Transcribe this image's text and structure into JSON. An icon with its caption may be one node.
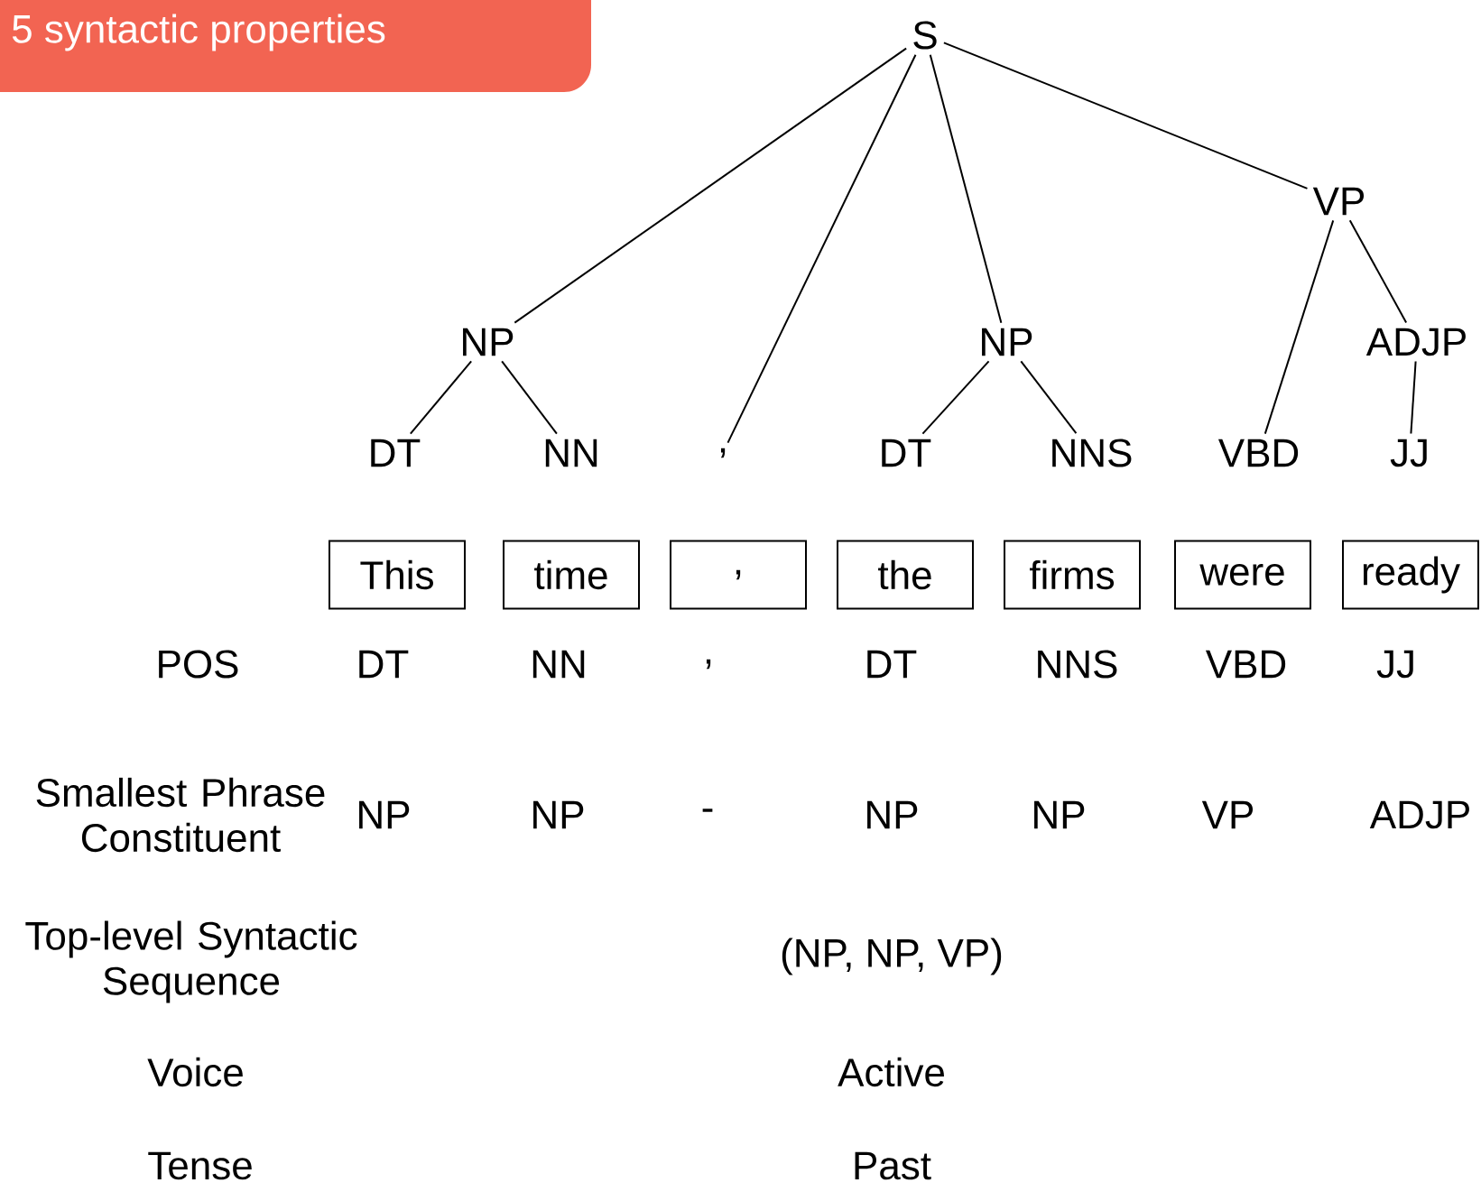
{
  "diagram": {
    "title": "5 syntactic properties",
    "nodes": [
      {
        "text": [
          "S"
        ]
      },
      {
        "text": [
          "VP"
        ]
      },
      {
        "text": [
          "NP"
        ]
      },
      {
        "text": [
          "NP"
        ]
      },
      {
        "text": [
          "ADJP"
        ]
      },
      {
        "text": [
          "DT"
        ]
      },
      {
        "text": [
          "NN"
        ]
      },
      {
        "text": [
          ","
        ]
      },
      {
        "text": [
          "DT"
        ]
      },
      {
        "text": [
          "NNS"
        ]
      },
      {
        "text": [
          "VBD"
        ]
      },
      {
        "text": [
          "JJ"
        ]
      },
      {
        "text": [
          "This"
        ]
      },
      {
        "text": [
          "time"
        ]
      },
      {
        "text": [
          ","
        ]
      },
      {
        "text": [
          "the"
        ]
      },
      {
        "text": [
          "firms"
        ]
      },
      {
        "text": [
          "were"
        ]
      },
      {
        "text": [
          "ready"
        ]
      }
    ],
    "edges": [
      {
        "from": 0,
        "to": 2,
        "arrow": "none"
      },
      {
        "from": 0,
        "to": 7,
        "arrow": "none"
      },
      {
        "from": 0,
        "to": 3,
        "arrow": "none"
      },
      {
        "from": 0,
        "to": 1,
        "arrow": "none"
      },
      {
        "from": 2,
        "to": 5,
        "arrow": "none"
      },
      {
        "from": 2,
        "to": 6,
        "arrow": "none"
      },
      {
        "from": 3,
        "to": 8,
        "arrow": "none"
      },
      {
        "from": 3,
        "to": 9,
        "arrow": "none"
      },
      {
        "from": 1,
        "to": 10,
        "arrow": "none"
      },
      {
        "from": 1,
        "to": 4,
        "arrow": "none"
      },
      {
        "from": 4,
        "to": 11,
        "arrow": "none"
      }
    ],
    "labels": [
      "POS",
      "DT",
      "NN",
      ",",
      "DT",
      "NNS",
      "VBD",
      "JJ",
      "Smallest Phrase Constituent",
      "NP",
      "NP",
      "-",
      "NP",
      "NP",
      "VP",
      "ADJP",
      "Top-level Syntactic Sequence",
      "(NP, NP, VP)",
      "Voice",
      "Active",
      "Tense",
      "Past"
    ]
  }
}
